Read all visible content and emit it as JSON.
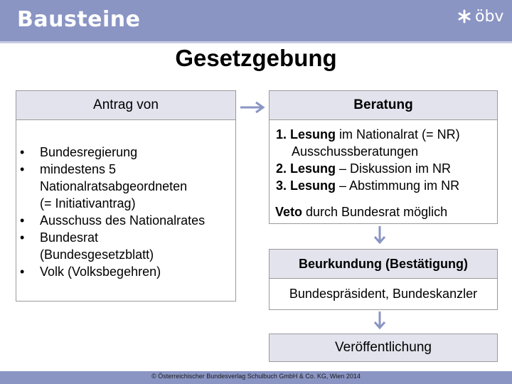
{
  "header": {
    "title": "Bausteine",
    "logo_text": "öbv",
    "background": "#8a95c4"
  },
  "page_title": "Gesetzgebung",
  "antrag": {
    "heading": "Antrag von",
    "items": [
      "Bundesregierung",
      "mindestens 5\nNationalratsabgeordneten\n(= Initiativantrag)",
      "Ausschuss des Nationalrates",
      "Bundesrat\n(Bundesgesetzblatt)",
      "Volk (Volksbegehren)"
    ]
  },
  "beratung": {
    "heading": "Beratung",
    "lines": [
      {
        "num": "1. Lesung",
        "rest": " im Nationalrat (= NR)"
      },
      {
        "num": "",
        "rest": "Ausschussberatungen"
      },
      {
        "num": "2. Lesung",
        "rest": " – Diskussion im NR"
      },
      {
        "num": "3. Lesung",
        "rest": " – Abstimmung im NR"
      }
    ],
    "veto_bold": "Veto",
    "veto_rest": " durch Bundesrat möglich"
  },
  "beurkundung": {
    "heading": "Beurkundung (Bestätigung)",
    "sub": "Bundespräsident, Bundeskanzler"
  },
  "veroeffentlichung": {
    "heading": "Veröffentlichung"
  },
  "footer": {
    "text": "© Österreichischer Bundesverlag Schulbuch GmbH & Co. KG, Wien 2014"
  },
  "colors": {
    "accent": "#8a95c4",
    "box_head": "#e3e3ee",
    "arrow": "#8a95c4"
  }
}
